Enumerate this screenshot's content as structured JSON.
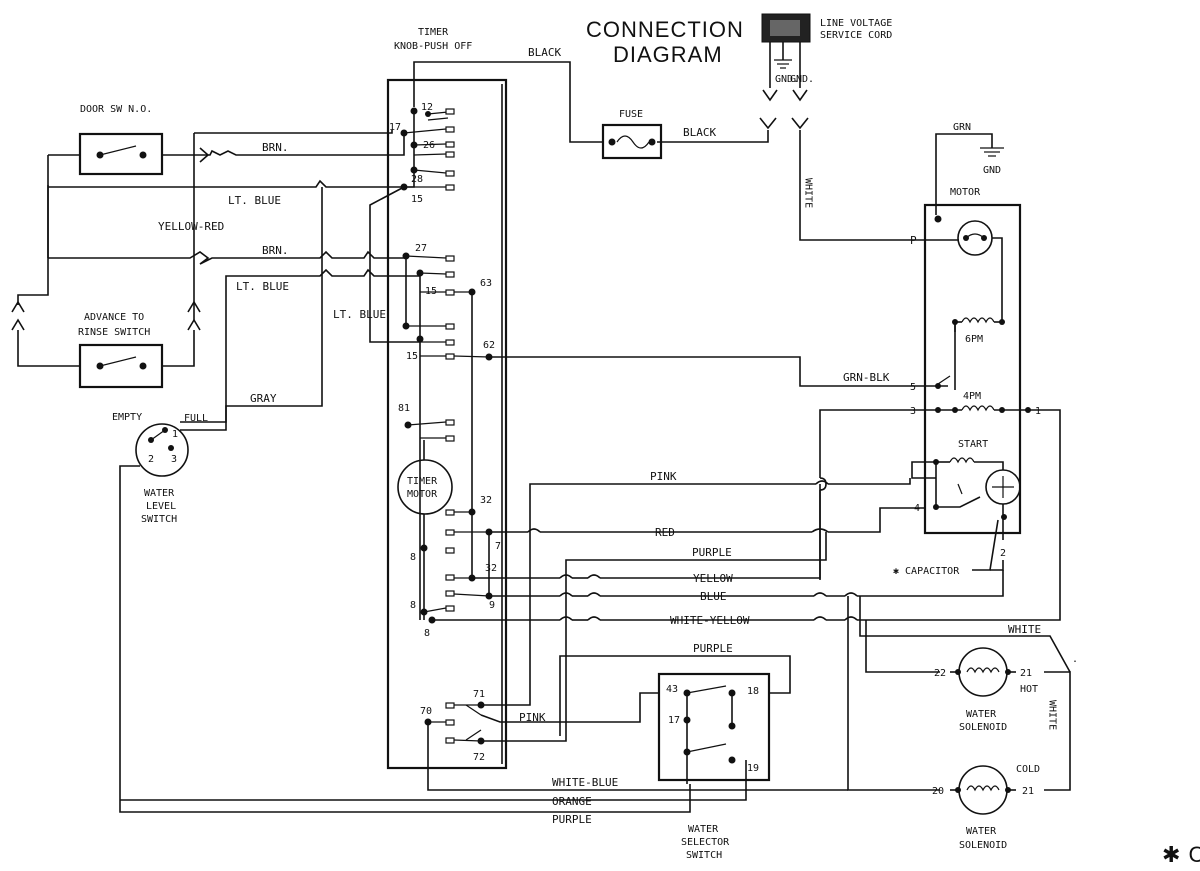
{
  "title": {
    "line1": "CONNECTION",
    "line2": "DIAGRAM"
  },
  "service_cord": {
    "line1": "LINE VOLTAGE",
    "line2": "SERVICE CORD",
    "gnd1": "GND.",
    "gnd2": "GND."
  },
  "timer": {
    "title1": "TIMER",
    "title2": "KNOB-PUSH OFF",
    "motor1": "TIMER",
    "motor2": "MOTOR",
    "terminals": [
      "12",
      "17",
      "26",
      "28",
      "15",
      "27",
      "63",
      "15",
      "15",
      "62",
      "81",
      "32",
      "7",
      "8",
      "32",
      "9",
      "8",
      "8",
      "71",
      "70",
      "72"
    ]
  },
  "door_switch": {
    "label": "DOOR SW N.O."
  },
  "advance_switch": {
    "label1": "ADVANCE TO",
    "label2": "RINSE SWITCH"
  },
  "water_level_switch": {
    "empty": "EMPTY",
    "full": "FULL",
    "pins": [
      "1",
      "2",
      "3"
    ],
    "label1": "WATER",
    "label2": "LEVEL",
    "label3": "SWITCH"
  },
  "fuse": {
    "label": "FUSE"
  },
  "motor": {
    "label": "MOTOR",
    "grn": "GRN",
    "gnd": "GND",
    "terminal_p": "P",
    "terminals": [
      "5",
      "3",
      "1",
      "4",
      "2"
    ],
    "winding_6pm": "6PM",
    "winding_4pm": "4PM",
    "start": "START",
    "capacitor": "✱ CAPACITOR"
  },
  "water_selector_switch": {
    "pins": [
      "43",
      "18",
      "17",
      "19"
    ],
    "label1": "WATER",
    "label2": "SELECTOR",
    "label3": "SWITCH"
  },
  "hot_solenoid": {
    "pins": [
      "22",
      "21"
    ],
    "tag": "HOT",
    "label1": "WATER",
    "label2": "SOLENOID"
  },
  "cold_solenoid": {
    "pins": [
      "20",
      "21"
    ],
    "tag": "COLD",
    "label1": "WATER",
    "label2": "SOLENOID"
  },
  "wires": {
    "black1": "BLACK",
    "black2": "BLACK",
    "brn1": "BRN.",
    "brn2": "BRN.",
    "lt_blue1": "LT. BLUE",
    "lt_blue2": "LT. BLUE",
    "lt_blue3": "LT. BLUE",
    "yellow_red": "YELLOW-RED",
    "gray": "GRAY",
    "white_vertical": "WHITE",
    "grn_blk": "GRN-BLK",
    "pink1": "PINK",
    "pink2": "PINK",
    "red": "RED",
    "purple1": "PURPLE",
    "purple2": "PURPLE",
    "purple3": "PURPLE",
    "yellow": "YELLOW",
    "blue": "BLUE",
    "white_yellow": "WHITE-YELLOW",
    "white_right": "WHITE",
    "white_right_vertical": "WHITE",
    "white_blue": "WHITE-BLUE",
    "orange": "ORANGE"
  },
  "footnote_mark": "✱ C"
}
